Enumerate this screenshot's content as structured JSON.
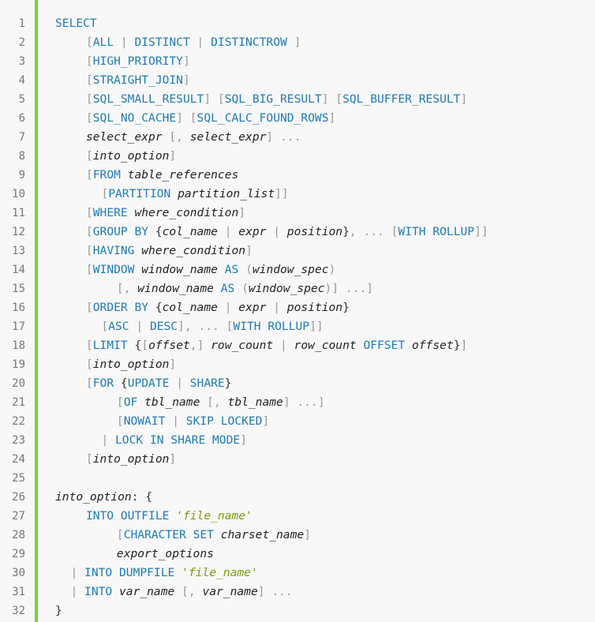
{
  "code_block": {
    "accent_color": "#7bd045",
    "keyword_color": "#1f7ab0",
    "punctuation_color": "#999999",
    "string_color": "#7a9a12",
    "lines": [
      {
        "n": "1",
        "indent": 0,
        "tokens": [
          {
            "t": "k",
            "v": "SELECT"
          }
        ]
      },
      {
        "n": "2",
        "indent": 4,
        "tokens": [
          {
            "t": "p",
            "v": "["
          },
          {
            "t": "k",
            "v": "ALL"
          },
          {
            "t": "p",
            "v": " | "
          },
          {
            "t": "k",
            "v": "DISTINCT"
          },
          {
            "t": "p",
            "v": " | "
          },
          {
            "t": "k",
            "v": "DISTINCTROW"
          },
          {
            "t": "p",
            "v": " ]"
          }
        ]
      },
      {
        "n": "3",
        "indent": 4,
        "tokens": [
          {
            "t": "p",
            "v": "["
          },
          {
            "t": "k",
            "v": "HIGH_PRIORITY"
          },
          {
            "t": "p",
            "v": "]"
          }
        ]
      },
      {
        "n": "4",
        "indent": 4,
        "tokens": [
          {
            "t": "p",
            "v": "["
          },
          {
            "t": "k",
            "v": "STRAIGHT_JOIN"
          },
          {
            "t": "p",
            "v": "]"
          }
        ]
      },
      {
        "n": "5",
        "indent": 4,
        "tokens": [
          {
            "t": "p",
            "v": "["
          },
          {
            "t": "k",
            "v": "SQL_SMALL_RESULT"
          },
          {
            "t": "p",
            "v": "] ["
          },
          {
            "t": "k",
            "v": "SQL_BIG_RESULT"
          },
          {
            "t": "p",
            "v": "] ["
          },
          {
            "t": "k",
            "v": "SQL_BUFFER_RESULT"
          },
          {
            "t": "p",
            "v": "]"
          }
        ]
      },
      {
        "n": "6",
        "indent": 4,
        "tokens": [
          {
            "t": "p",
            "v": "["
          },
          {
            "t": "k",
            "v": "SQL_NO_CACHE"
          },
          {
            "t": "p",
            "v": "] ["
          },
          {
            "t": "k",
            "v": "SQL_CALC_FOUND_ROWS"
          },
          {
            "t": "p",
            "v": "]"
          }
        ]
      },
      {
        "n": "7",
        "indent": 4,
        "tokens": [
          {
            "t": "v",
            "v": "select_expr"
          },
          {
            "t": "p",
            "v": " [, "
          },
          {
            "t": "v",
            "v": "select_expr"
          },
          {
            "t": "p",
            "v": "] ..."
          }
        ]
      },
      {
        "n": "8",
        "indent": 4,
        "tokens": [
          {
            "t": "p",
            "v": "["
          },
          {
            "t": "v",
            "v": "into_option"
          },
          {
            "t": "p",
            "v": "]"
          }
        ]
      },
      {
        "n": "9",
        "indent": 4,
        "tokens": [
          {
            "t": "p",
            "v": "["
          },
          {
            "t": "k",
            "v": "FROM"
          },
          {
            "t": "o",
            "v": " "
          },
          {
            "t": "v",
            "v": "table_references"
          }
        ]
      },
      {
        "n": "10",
        "indent": 6,
        "tokens": [
          {
            "t": "p",
            "v": "["
          },
          {
            "t": "k",
            "v": "PARTITION"
          },
          {
            "t": "o",
            "v": " "
          },
          {
            "t": "v",
            "v": "partition_list"
          },
          {
            "t": "p",
            "v": "]]"
          }
        ]
      },
      {
        "n": "11",
        "indent": 4,
        "tokens": [
          {
            "t": "p",
            "v": "["
          },
          {
            "t": "k",
            "v": "WHERE"
          },
          {
            "t": "o",
            "v": " "
          },
          {
            "t": "v",
            "v": "where_condition"
          },
          {
            "t": "p",
            "v": "]"
          }
        ]
      },
      {
        "n": "12",
        "indent": 4,
        "tokens": [
          {
            "t": "p",
            "v": "["
          },
          {
            "t": "k",
            "v": "GROUP BY"
          },
          {
            "t": "o",
            "v": " {"
          },
          {
            "t": "v",
            "v": "col_name"
          },
          {
            "t": "p",
            "v": " | "
          },
          {
            "t": "v",
            "v": "expr"
          },
          {
            "t": "p",
            "v": " | "
          },
          {
            "t": "v",
            "v": "position"
          },
          {
            "t": "o",
            "v": "}"
          },
          {
            "t": "p",
            "v": ", ... ["
          },
          {
            "t": "k",
            "v": "WITH ROLLUP"
          },
          {
            "t": "p",
            "v": "]]"
          }
        ]
      },
      {
        "n": "13",
        "indent": 4,
        "tokens": [
          {
            "t": "p",
            "v": "["
          },
          {
            "t": "k",
            "v": "HAVING"
          },
          {
            "t": "o",
            "v": " "
          },
          {
            "t": "v",
            "v": "where_condition"
          },
          {
            "t": "p",
            "v": "]"
          }
        ]
      },
      {
        "n": "14",
        "indent": 4,
        "tokens": [
          {
            "t": "p",
            "v": "["
          },
          {
            "t": "k",
            "v": "WINDOW"
          },
          {
            "t": "o",
            "v": " "
          },
          {
            "t": "v",
            "v": "window_name"
          },
          {
            "t": "o",
            "v": " "
          },
          {
            "t": "k",
            "v": "AS"
          },
          {
            "t": "p",
            "v": " ("
          },
          {
            "t": "v",
            "v": "window_spec"
          },
          {
            "t": "p",
            "v": ")"
          }
        ]
      },
      {
        "n": "15",
        "indent": 8,
        "tokens": [
          {
            "t": "p",
            "v": "[, "
          },
          {
            "t": "v",
            "v": "window_name"
          },
          {
            "t": "o",
            "v": " "
          },
          {
            "t": "k",
            "v": "AS"
          },
          {
            "t": "p",
            "v": " ("
          },
          {
            "t": "v",
            "v": "window_spec"
          },
          {
            "t": "p",
            "v": ")] ...]"
          }
        ]
      },
      {
        "n": "16",
        "indent": 4,
        "tokens": [
          {
            "t": "p",
            "v": "["
          },
          {
            "t": "k",
            "v": "ORDER BY"
          },
          {
            "t": "o",
            "v": " {"
          },
          {
            "t": "v",
            "v": "col_name"
          },
          {
            "t": "p",
            "v": " | "
          },
          {
            "t": "v",
            "v": "expr"
          },
          {
            "t": "p",
            "v": " | "
          },
          {
            "t": "v",
            "v": "position"
          },
          {
            "t": "o",
            "v": "}"
          }
        ]
      },
      {
        "n": "17",
        "indent": 6,
        "tokens": [
          {
            "t": "p",
            "v": "["
          },
          {
            "t": "k",
            "v": "ASC"
          },
          {
            "t": "p",
            "v": " | "
          },
          {
            "t": "k",
            "v": "DESC"
          },
          {
            "t": "p",
            "v": "], ... ["
          },
          {
            "t": "k",
            "v": "WITH ROLLUP"
          },
          {
            "t": "p",
            "v": "]]"
          }
        ]
      },
      {
        "n": "18",
        "indent": 4,
        "tokens": [
          {
            "t": "p",
            "v": "["
          },
          {
            "t": "k",
            "v": "LIMIT"
          },
          {
            "t": "o",
            "v": " {"
          },
          {
            "t": "p",
            "v": "["
          },
          {
            "t": "v",
            "v": "offset"
          },
          {
            "t": "p",
            "v": ",] "
          },
          {
            "t": "v",
            "v": "row_count"
          },
          {
            "t": "p",
            "v": " | "
          },
          {
            "t": "v",
            "v": "row_count"
          },
          {
            "t": "o",
            "v": " "
          },
          {
            "t": "k",
            "v": "OFFSET"
          },
          {
            "t": "o",
            "v": " "
          },
          {
            "t": "v",
            "v": "offset"
          },
          {
            "t": "o",
            "v": "}"
          },
          {
            "t": "p",
            "v": "]"
          }
        ]
      },
      {
        "n": "19",
        "indent": 4,
        "tokens": [
          {
            "t": "p",
            "v": "["
          },
          {
            "t": "v",
            "v": "into_option"
          },
          {
            "t": "p",
            "v": "]"
          }
        ]
      },
      {
        "n": "20",
        "indent": 4,
        "tokens": [
          {
            "t": "p",
            "v": "["
          },
          {
            "t": "k",
            "v": "FOR"
          },
          {
            "t": "o",
            "v": " {"
          },
          {
            "t": "k",
            "v": "UPDATE"
          },
          {
            "t": "p",
            "v": " | "
          },
          {
            "t": "k",
            "v": "SHARE"
          },
          {
            "t": "o",
            "v": "}"
          }
        ]
      },
      {
        "n": "21",
        "indent": 8,
        "tokens": [
          {
            "t": "p",
            "v": "["
          },
          {
            "t": "k",
            "v": "OF"
          },
          {
            "t": "o",
            "v": " "
          },
          {
            "t": "v",
            "v": "tbl_name"
          },
          {
            "t": "p",
            "v": " [, "
          },
          {
            "t": "v",
            "v": "tbl_name"
          },
          {
            "t": "p",
            "v": "] ...]"
          }
        ]
      },
      {
        "n": "22",
        "indent": 8,
        "tokens": [
          {
            "t": "p",
            "v": "["
          },
          {
            "t": "k",
            "v": "NOWAIT"
          },
          {
            "t": "p",
            "v": " | "
          },
          {
            "t": "k",
            "v": "SKIP LOCKED"
          },
          {
            "t": "p",
            "v": "]"
          }
        ]
      },
      {
        "n": "23",
        "indent": 6,
        "tokens": [
          {
            "t": "p",
            "v": "| "
          },
          {
            "t": "k",
            "v": "LOCK IN SHARE MODE"
          },
          {
            "t": "p",
            "v": "]"
          }
        ]
      },
      {
        "n": "24",
        "indent": 4,
        "tokens": [
          {
            "t": "p",
            "v": "["
          },
          {
            "t": "v",
            "v": "into_option"
          },
          {
            "t": "p",
            "v": "]"
          }
        ]
      },
      {
        "n": "25",
        "indent": 0,
        "tokens": []
      },
      {
        "n": "26",
        "indent": 0,
        "tokens": [
          {
            "t": "v",
            "v": "into_option"
          },
          {
            "t": "o",
            "v": ": {"
          }
        ]
      },
      {
        "n": "27",
        "indent": 4,
        "tokens": [
          {
            "t": "k",
            "v": "INTO OUTFILE"
          },
          {
            "t": "o",
            "v": " "
          },
          {
            "t": "s",
            "v": "'file_name'"
          }
        ]
      },
      {
        "n": "28",
        "indent": 8,
        "tokens": [
          {
            "t": "p",
            "v": "["
          },
          {
            "t": "k",
            "v": "CHARACTER SET"
          },
          {
            "t": "o",
            "v": " "
          },
          {
            "t": "v",
            "v": "charset_name"
          },
          {
            "t": "p",
            "v": "]"
          }
        ]
      },
      {
        "n": "29",
        "indent": 8,
        "tokens": [
          {
            "t": "v",
            "v": "export_options"
          }
        ]
      },
      {
        "n": "30",
        "indent": 2,
        "tokens": [
          {
            "t": "p",
            "v": "| "
          },
          {
            "t": "k",
            "v": "INTO DUMPFILE"
          },
          {
            "t": "o",
            "v": " "
          },
          {
            "t": "s",
            "v": "'file_name'"
          }
        ]
      },
      {
        "n": "31",
        "indent": 2,
        "tokens": [
          {
            "t": "p",
            "v": "| "
          },
          {
            "t": "k",
            "v": "INTO"
          },
          {
            "t": "o",
            "v": " "
          },
          {
            "t": "v",
            "v": "var_name"
          },
          {
            "t": "p",
            "v": " [, "
          },
          {
            "t": "v",
            "v": "var_name"
          },
          {
            "t": "p",
            "v": "] ..."
          }
        ]
      },
      {
        "n": "32",
        "indent": 0,
        "tokens": [
          {
            "t": "o",
            "v": "}"
          }
        ]
      }
    ]
  }
}
